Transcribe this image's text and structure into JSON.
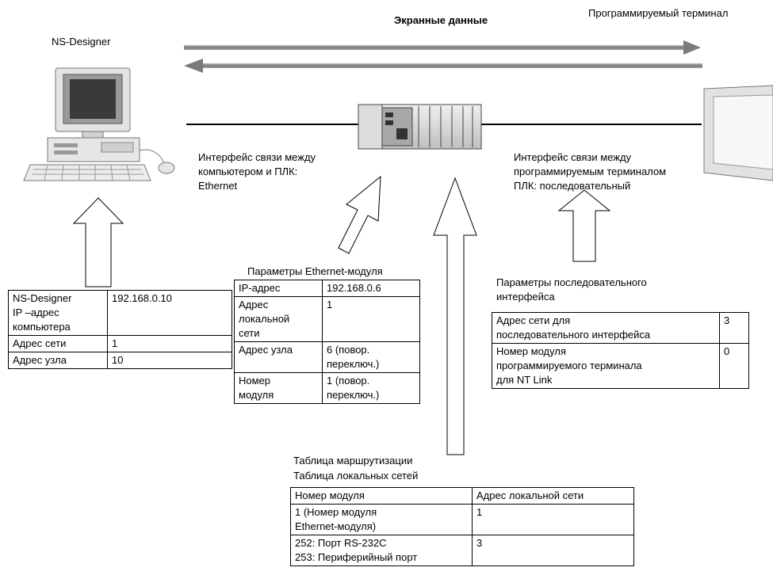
{
  "header": {
    "screen_data": "Экранные данные",
    "terminal": "Программируемый терминал",
    "designer": "NS-Designer"
  },
  "interfaces": {
    "pc_plc": "Интерфейс связи между\nкомпьютером и ПЛК:\nEthernet",
    "pt_plc": "Интерфейс связи между\nпрограммируемым терминалом\nПЛК: последовательный"
  },
  "designer_table": {
    "rows": [
      {
        "label": "NS-Designer\nIP –адрес\nкомпьютера",
        "value": "192.168.0.10"
      },
      {
        "label": "Адрес сети",
        "value": "1"
      },
      {
        "label": "Адрес узла",
        "value": "10"
      }
    ]
  },
  "ethernet_params": {
    "title": "Параметры Ethernet-модуля",
    "rows": [
      {
        "label": "IP-адрес",
        "value": "192.168.0.6"
      },
      {
        "label": "Адрес\nлокальной\nсети",
        "value": "1"
      },
      {
        "label": "Адрес узла",
        "value": "6 (повор.\nпереключ.)"
      },
      {
        "label": "Номер\nмодуля",
        "value": "1 (повор.\nпереключ.)"
      }
    ]
  },
  "serial_params": {
    "title": "Параметры последовательного\nинтерфейса",
    "rows": [
      {
        "label": "Адрес сети для\nпоследовательного интерфейса",
        "value": "3"
      },
      {
        "label": "Номер модуля\nпрограммируемого терминала\nдля NT Link",
        "value": "0"
      }
    ]
  },
  "routing": {
    "title1": "Таблица маршрутизации",
    "title2": "Таблица локальных сетей",
    "header": {
      "col1": "Номер модуля",
      "col2": "Адрес локальной сети"
    },
    "rows": [
      {
        "col1": "1 (Номер модуля\n   Ethernet-модуля)",
        "col2": "1"
      },
      {
        "col1": "252: Порт RS-232C\n253: Периферийный порт",
        "col2": "3"
      }
    ]
  }
}
